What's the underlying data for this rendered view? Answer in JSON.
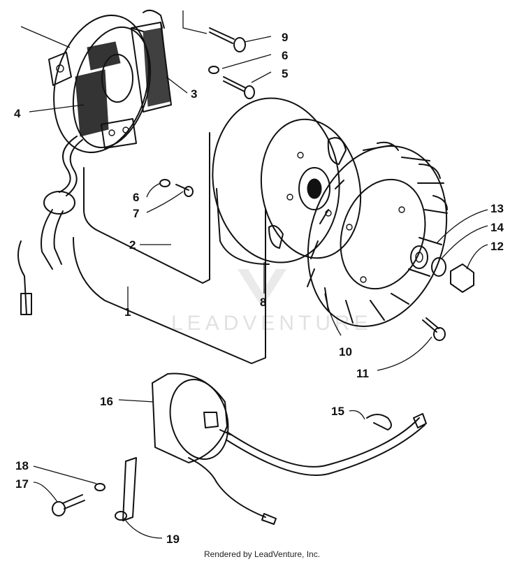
{
  "diagram": {
    "callouts": [
      "1",
      "2",
      "3",
      "4",
      "5",
      "6",
      "6",
      "7",
      "8",
      "9",
      "10",
      "11",
      "12",
      "13",
      "14",
      "15",
      "16",
      "17",
      "18",
      "19"
    ],
    "watermark": "LEADVENTURE",
    "footer": "Rendered by LeadVenture, Inc."
  }
}
